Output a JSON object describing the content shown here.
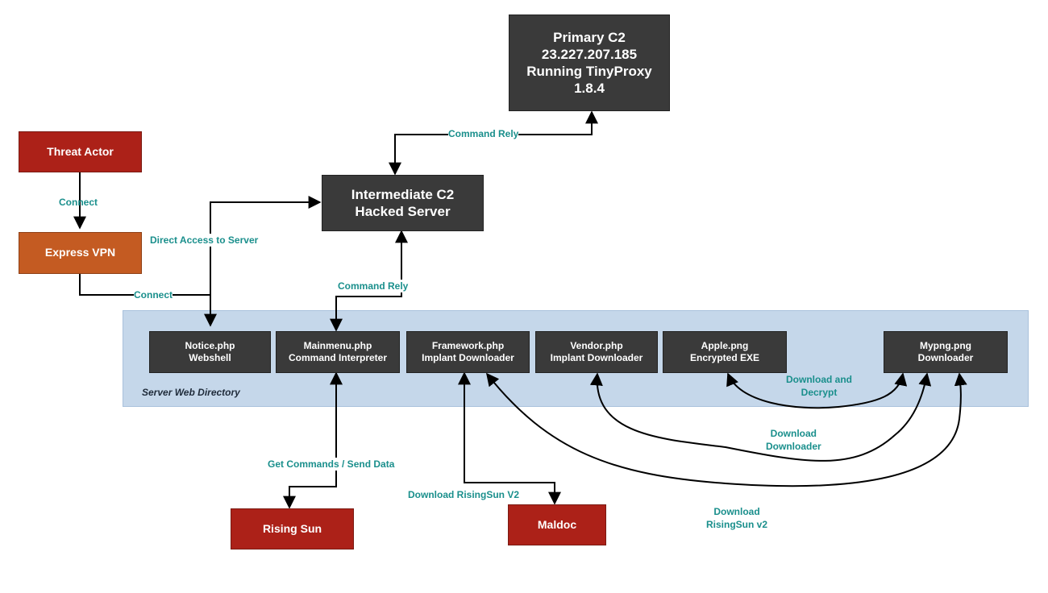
{
  "nodes": {
    "primary_c2": [
      "Primary C2",
      "23.227.207.185",
      "Running TinyProxy",
      "1.8.4"
    ],
    "intermediate_c2": [
      "Intermediate C2",
      "Hacked Server"
    ],
    "threat_actor": "Threat Actor",
    "express_vpn": "Express VPN",
    "notice": [
      "Notice.php",
      "Webshell"
    ],
    "mainmenu": [
      "Mainmenu.php",
      "Command Interpreter"
    ],
    "framework": [
      "Framework.php",
      "Implant Downloader"
    ],
    "vendor": [
      "Vendor.php",
      "Implant Downloader"
    ],
    "apple": [
      "Apple.png",
      "Encrypted EXE"
    ],
    "mypng": [
      "Mypng.png",
      "Downloader"
    ],
    "rising_sun": "Rising Sun",
    "maldoc": "Maldoc"
  },
  "server_directory_label": "Server Web Directory",
  "edges": {
    "command_rely_top": "Command Rely",
    "connect_vpn": "Connect",
    "direct_access": "Direct Access to Server",
    "connect_server": "Connect",
    "command_rely_mid": "Command Rely",
    "download_decrypt": [
      "Download and",
      "Decrypt"
    ],
    "download_downloader": [
      "Download",
      "Downloader"
    ],
    "get_commands": "Get Commands / Send Data",
    "download_risingsun_v2": "Download RisingSun V2",
    "download_risingsun_v2_lower": [
      "Download",
      "RisingSun v2"
    ]
  },
  "colors": {
    "dark_node": "#3a3a3a",
    "red_node": "#ac2118",
    "orange_node": "#c45b22",
    "panel": "#c5d7ea",
    "edge_label": "#1a8f8c"
  }
}
